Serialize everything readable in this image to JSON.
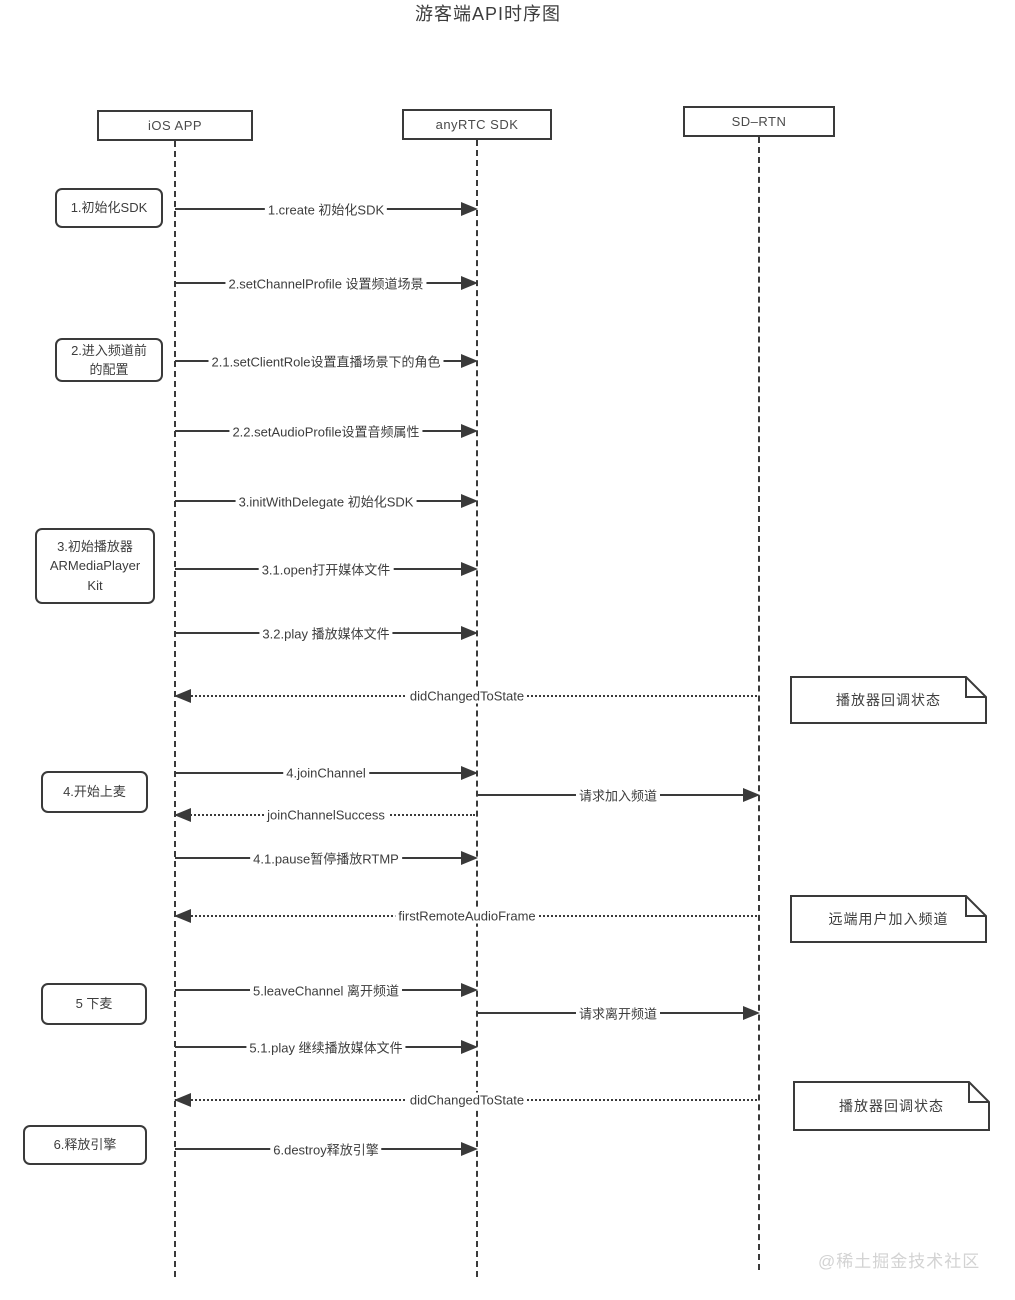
{
  "title": "游客端API时序图",
  "actors": [
    {
      "label": "iOS APP"
    },
    {
      "label": "anyRTC SDK"
    },
    {
      "label": "SD–RTN"
    }
  ],
  "steps": [
    {
      "label": "1.初始化SDK"
    },
    {
      "label": "2.进入频道前\n的配置"
    },
    {
      "label": "3.初始播放器\nARMediaPlayer\nKit"
    },
    {
      "label": "4.开始上麦"
    },
    {
      "label": "5 下麦"
    },
    {
      "label": "6.释放引擎"
    }
  ],
  "messages": [
    {
      "label": "1.create 初始化SDK",
      "from": "iOS APP",
      "to": "anyRTC SDK",
      "style": "solid"
    },
    {
      "label": "2.setChannelProfile 设置频道场景",
      "from": "iOS APP",
      "to": "anyRTC SDK",
      "style": "solid"
    },
    {
      "label": "2.1.setClientRole设置直播场景下的角色",
      "from": "iOS APP",
      "to": "anyRTC SDK",
      "style": "solid"
    },
    {
      "label": "2.2.setAudioProfile设置音频属性",
      "from": "iOS APP",
      "to": "anyRTC SDK",
      "style": "solid"
    },
    {
      "label": "3.initWithDelegate 初始化SDK",
      "from": "iOS APP",
      "to": "anyRTC SDK",
      "style": "solid"
    },
    {
      "label": "3.1.open打开媒体文件",
      "from": "iOS APP",
      "to": "anyRTC SDK",
      "style": "solid"
    },
    {
      "label": "3.2.play 播放媒体文件",
      "from": "iOS APP",
      "to": "anyRTC SDK",
      "style": "solid"
    },
    {
      "label": "didChangedToState",
      "from": "SD–RTN",
      "to": "iOS APP",
      "style": "dashed"
    },
    {
      "label": "4.joinChannel",
      "from": "iOS APP",
      "to": "anyRTC SDK",
      "style": "solid"
    },
    {
      "label": "请求加入频道",
      "from": "anyRTC SDK",
      "to": "SD–RTN",
      "style": "solid"
    },
    {
      "label": "joinChannelSuccess",
      "from": "anyRTC SDK",
      "to": "iOS APP",
      "style": "dashed"
    },
    {
      "label": "4.1.pause暂停播放RTMP",
      "from": "iOS APP",
      "to": "anyRTC SDK",
      "style": "solid"
    },
    {
      "label": "firstRemoteAudioFrame",
      "from": "SD–RTN",
      "to": "iOS APP",
      "style": "dashed"
    },
    {
      "label": "5.leaveChannel 离开频道",
      "from": "iOS APP",
      "to": "anyRTC SDK",
      "style": "solid"
    },
    {
      "label": "请求离开频道",
      "from": "anyRTC SDK",
      "to": "SD–RTN",
      "style": "solid"
    },
    {
      "label": "5.1.play 继续播放媒体文件",
      "from": "iOS APP",
      "to": "anyRTC SDK",
      "style": "solid"
    },
    {
      "label": "didChangedToState",
      "from": "SD–RTN",
      "to": "iOS APP",
      "style": "dashed"
    },
    {
      "label": "6.destroy释放引擎",
      "from": "iOS APP",
      "to": "anyRTC SDK",
      "style": "solid"
    }
  ],
  "notes": [
    {
      "label": "播放器回调状态"
    },
    {
      "label": "远端用户加入频道"
    },
    {
      "label": "播放器回调状态"
    }
  ],
  "watermark": "@稀土掘金技术社区",
  "colors": {
    "line": "#3a3a3a",
    "text": "#3d3d3d",
    "watermark": "#d3d3d3"
  }
}
